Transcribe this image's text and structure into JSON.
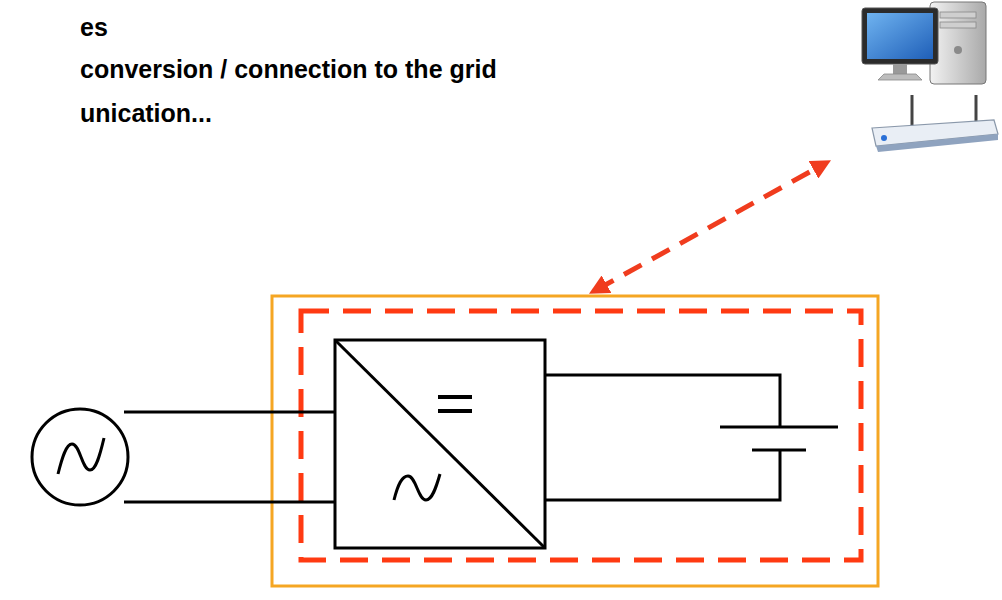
{
  "diagram": {
    "labels": [
      "es",
      "conversion / connection to the grid",
      "unication..."
    ]
  }
}
